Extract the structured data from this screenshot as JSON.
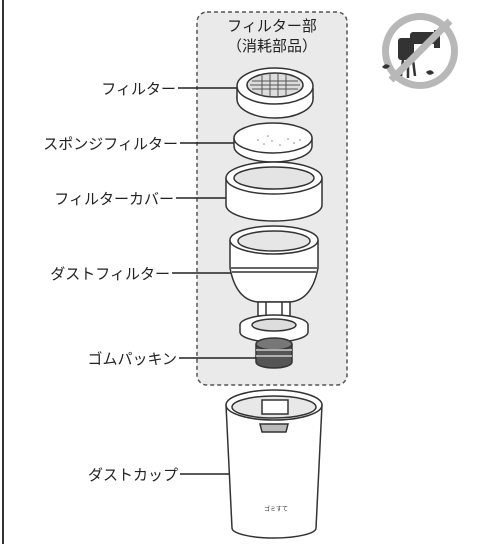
{
  "group_box": {
    "title": "フィルター部",
    "subtitle": "（消耗部品）"
  },
  "parts": [
    {
      "key": "filter",
      "label": "フィルター"
    },
    {
      "key": "sponge",
      "label": "スポンジフィルター"
    },
    {
      "key": "cover",
      "label": "フィルターカバー"
    },
    {
      "key": "dust_filter",
      "label": "ダストフィルター"
    },
    {
      "key": "gasket",
      "label": "ゴムパッキン"
    },
    {
      "key": "dust_cup",
      "label": "ダストカップ"
    }
  ],
  "cup_marking": "ゴミすて",
  "washable_icon": "faucet-washable-icon"
}
